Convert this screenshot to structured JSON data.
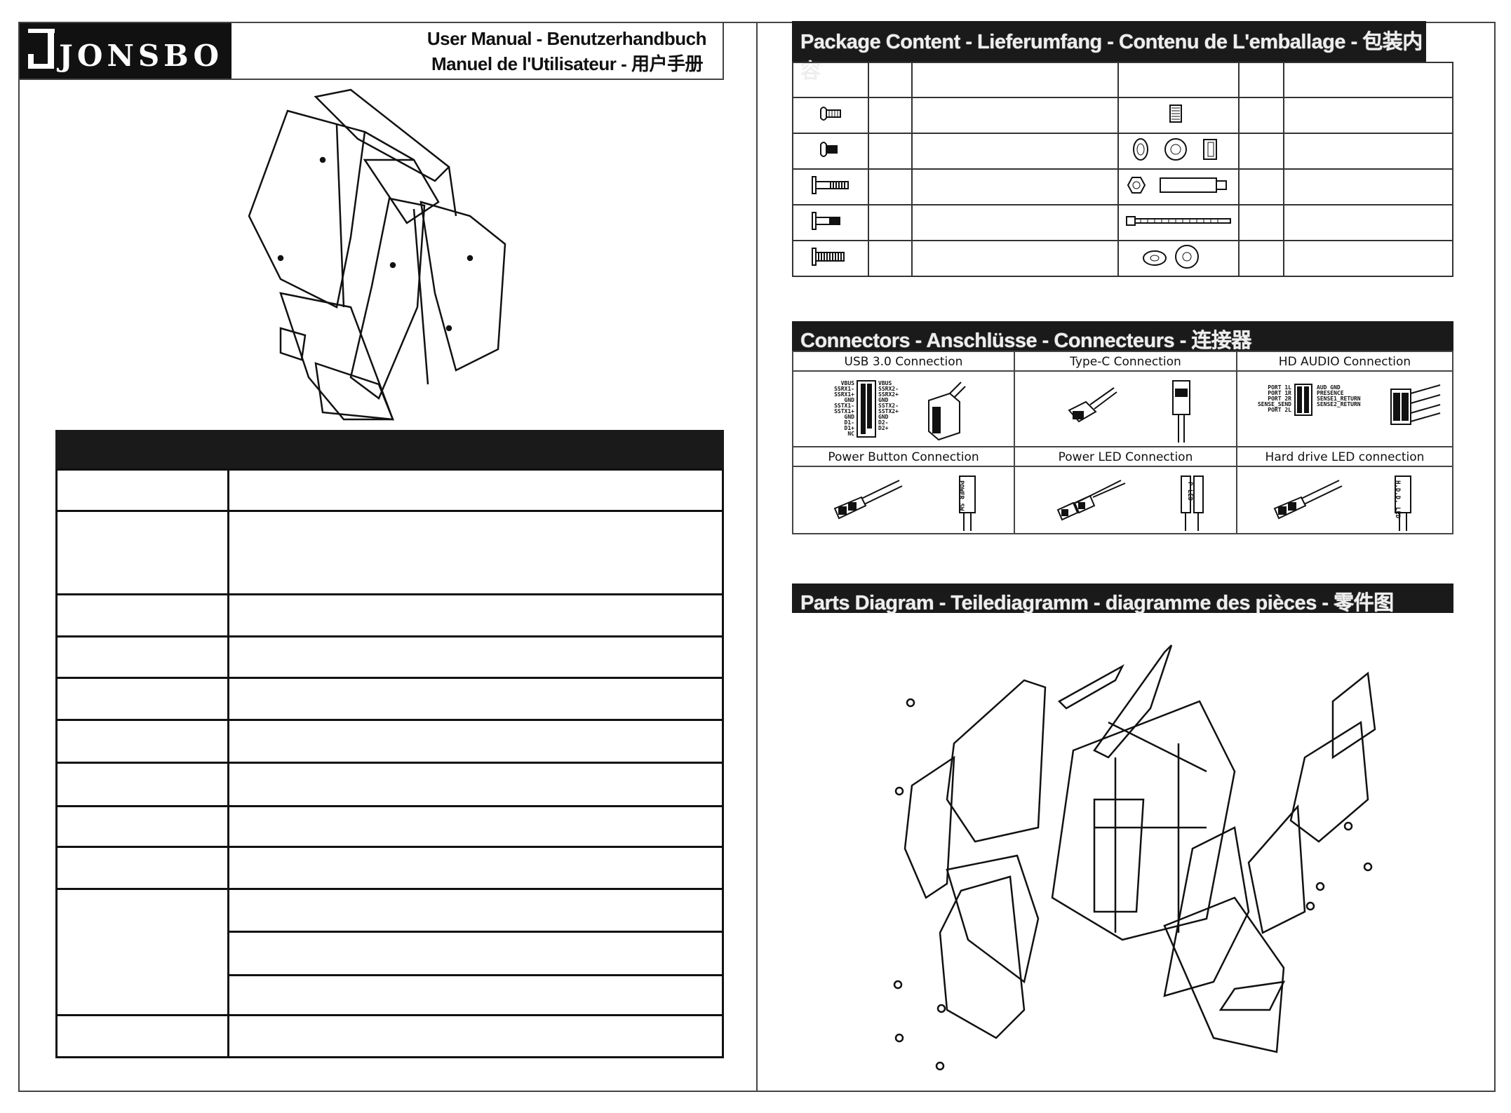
{
  "brand": {
    "logo_text": "JONSBO"
  },
  "header": {
    "line1": "User Manual - Benutzerhandbuch",
    "line2": "Manuel de l'Utilisateur - 用户手册"
  },
  "sections": {
    "package": "Package Content - Lieferumfang - Contenu de L'emballage - 包装内容",
    "connectors": "Connectors - Anschlüsse - Connecteurs - 连接器",
    "parts": "Parts Diagram - Teilediagramm - diagramme des pièces - 零件图"
  },
  "connectors": {
    "usb": "USB 3.0  Connection",
    "typec": "Type-C Connection",
    "hdaudio": "HD AUDIO Connection",
    "power_button": "Power Button  Connection",
    "power_led": "Power LED  Connection",
    "hdd_led": "Hard drive LED connection"
  },
  "usb_pins_left": [
    "VBUS",
    "SSRX1-",
    "SSRX1+",
    "GND",
    "SSTX1-",
    "SSTX1+",
    "GND",
    "D1-",
    "D1+",
    "NC"
  ],
  "usb_pins_right": [
    "VBUS",
    "SSRX2-",
    "SSRX2+",
    "GND",
    "SSTX2-",
    "SSTX2+",
    "GND",
    "D2-",
    "D2+"
  ],
  "audio_pins_left": [
    "PORT 1L",
    "PORT 1R",
    "PORT 2R",
    "SENSE_SEND",
    "PORT 2L"
  ],
  "audio_pins_right": [
    "AUD GND",
    "PRESENCE",
    "SENSE1_RETURN",
    "",
    "SENSE2_RETURN"
  ],
  "plug_labels": {
    "power_sw": "POWER SW",
    "p_led": "P LED",
    "hdd_led": "H.D.D. LED"
  }
}
